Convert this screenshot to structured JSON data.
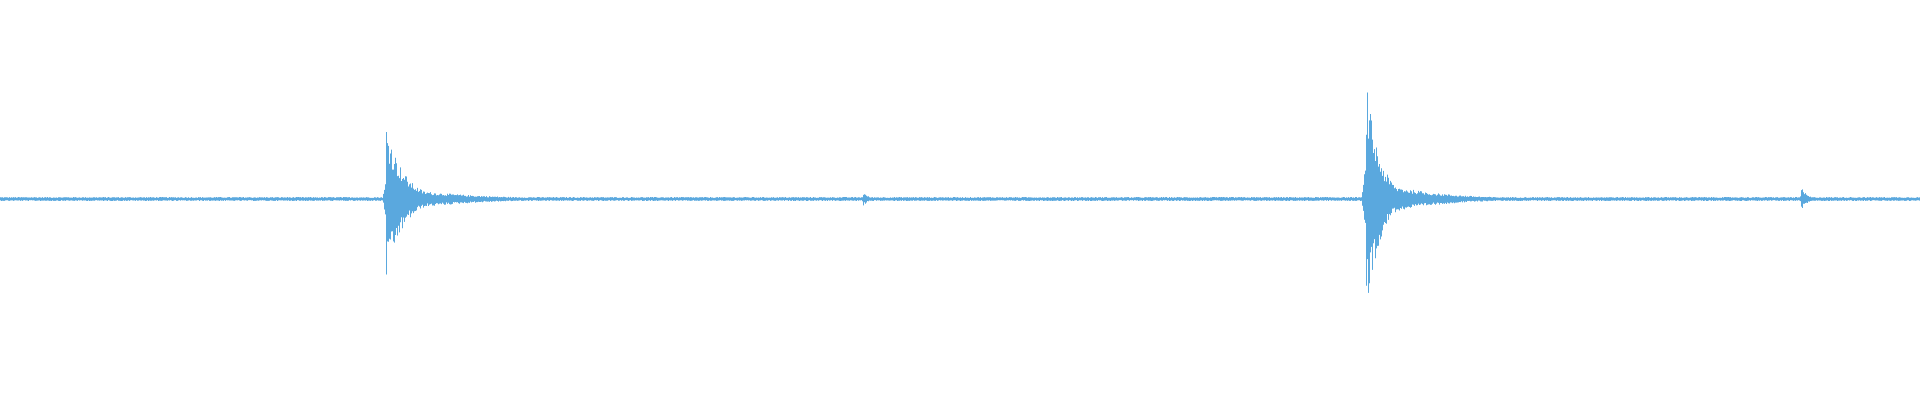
{
  "waveform": {
    "color": "#5aa8de",
    "baseline_amplitude": 0.01,
    "events": [
      {
        "time": 0.201,
        "peak_up": 0.38,
        "peak_down": 0.4,
        "decay": 0.035
      },
      {
        "time": 0.449,
        "peak_up": 0.04,
        "peak_down": 0.04,
        "decay": 0.012
      },
      {
        "time": 0.711,
        "peak_up": 0.62,
        "peak_down": 0.62,
        "decay": 0.028
      },
      {
        "time": 0.938,
        "peak_up": 0.06,
        "peak_down": 0.06,
        "decay": 0.012
      }
    ]
  }
}
